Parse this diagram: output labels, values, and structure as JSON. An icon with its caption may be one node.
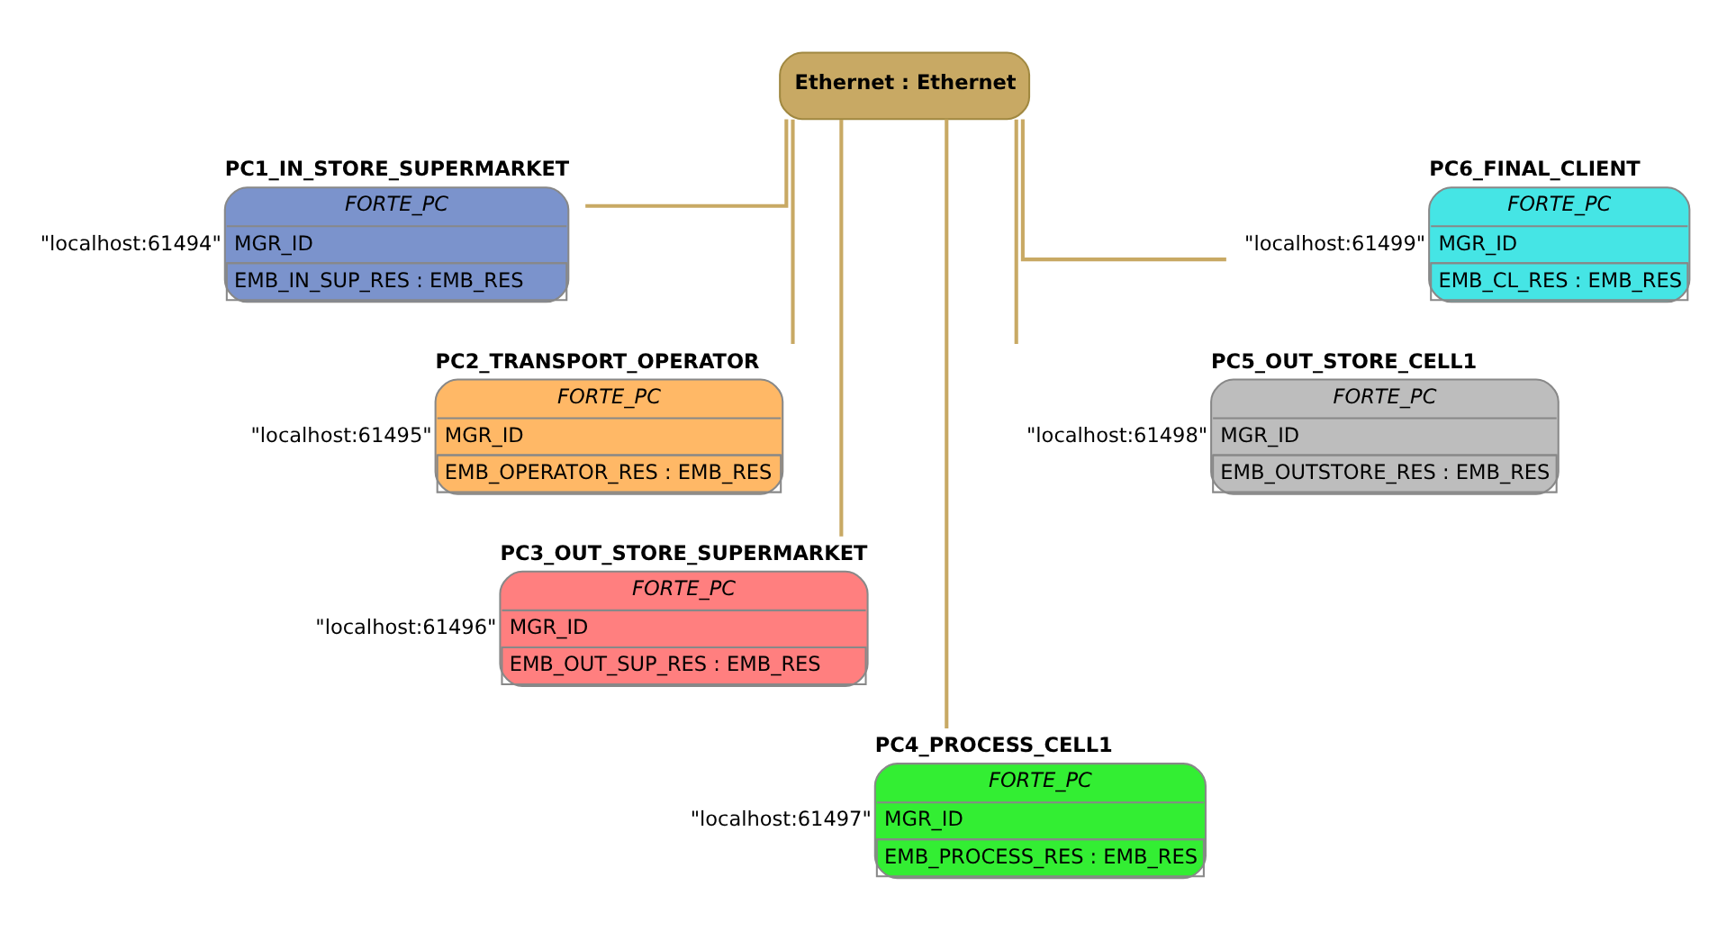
{
  "diagram": {
    "nodes": [
      {
        "text": [
          "Ethernet : Ethernet"
        ]
      },
      {
        "text": [
          "PC1_IN_STORE_SUPERMARKET",
          "FORTE_PC",
          "MGR_ID",
          "EMB_IN_SUP_RES : EMB_RES"
        ],
        "beside": [
          "\"localhost:61494\""
        ]
      },
      {
        "text": [
          "PC6_FINAL_CLIENT",
          "FORTE_PC",
          "MGR_ID",
          "EMB_CL_RES : EMB_RES"
        ],
        "beside": [
          "\"localhost:61499\""
        ]
      },
      {
        "text": [
          "PC2_TRANSPORT_OPERATOR",
          "FORTE_PC",
          "MGR_ID",
          "EMB_OPERATOR_RES : EMB_RES"
        ],
        "beside": [
          "\"localhost:61495\""
        ]
      },
      {
        "text": [
          "PC5_OUT_STORE_CELL1",
          "FORTE_PC",
          "MGR_ID",
          "EMB_OUTSTORE_RES : EMB_RES"
        ],
        "beside": [
          "\"localhost:61498\""
        ]
      },
      {
        "text": [
          "PC3_OUT_STORE_SUPERMARKET",
          "FORTE_PC",
          "MGR_ID",
          "EMB_OUT_SUP_RES : EMB_RES"
        ],
        "beside": [
          "\"localhost:61496\""
        ]
      },
      {
        "text": [
          "PC4_PROCESS_CELL1",
          "FORTE_PC",
          "MGR_ID",
          "EMB_PROCESS_RES : EMB_RES"
        ],
        "beside": [
          "\"localhost:61497\""
        ]
      }
    ],
    "edges": [
      {
        "from": 0,
        "to": 1,
        "arrow": "none"
      },
      {
        "from": 0,
        "to": 2,
        "arrow": "none"
      },
      {
        "from": 0,
        "to": 3,
        "arrow": "none"
      },
      {
        "from": 0,
        "to": 4,
        "arrow": "none"
      },
      {
        "from": 0,
        "to": 5,
        "arrow": "none"
      },
      {
        "from": 0,
        "to": 6,
        "arrow": "none"
      }
    ]
  }
}
